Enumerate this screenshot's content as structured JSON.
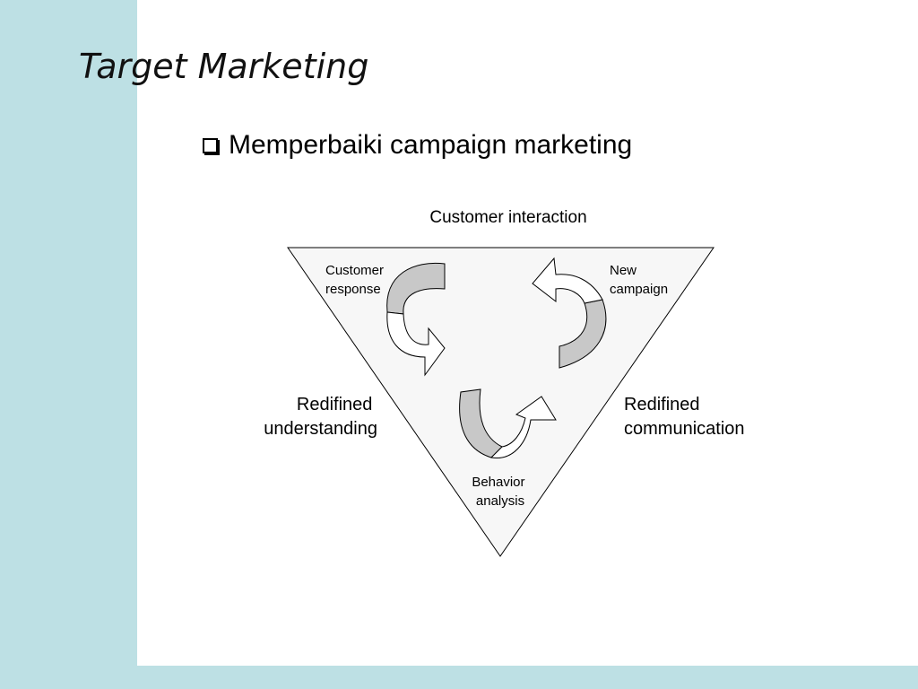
{
  "slide": {
    "title": "Target Marketing",
    "bullet": "Memperbaiki campaign marketing"
  },
  "diagram": {
    "top_label": "Customer interaction",
    "left_label": [
      "Redifined",
      "understanding"
    ],
    "right_label": [
      "Redifined",
      "communication"
    ],
    "step_customer_response": [
      "Customer",
      "response"
    ],
    "step_new_campaign": [
      "New",
      "campaign"
    ],
    "step_behavior_analysis": [
      "Behavior",
      "analysis"
    ]
  },
  "colors": {
    "band": "#bde0e4",
    "triangle_fill": "#f7f7f7",
    "arrow_shade": "#c8c8c8",
    "arrow_light": "#ffffff"
  }
}
